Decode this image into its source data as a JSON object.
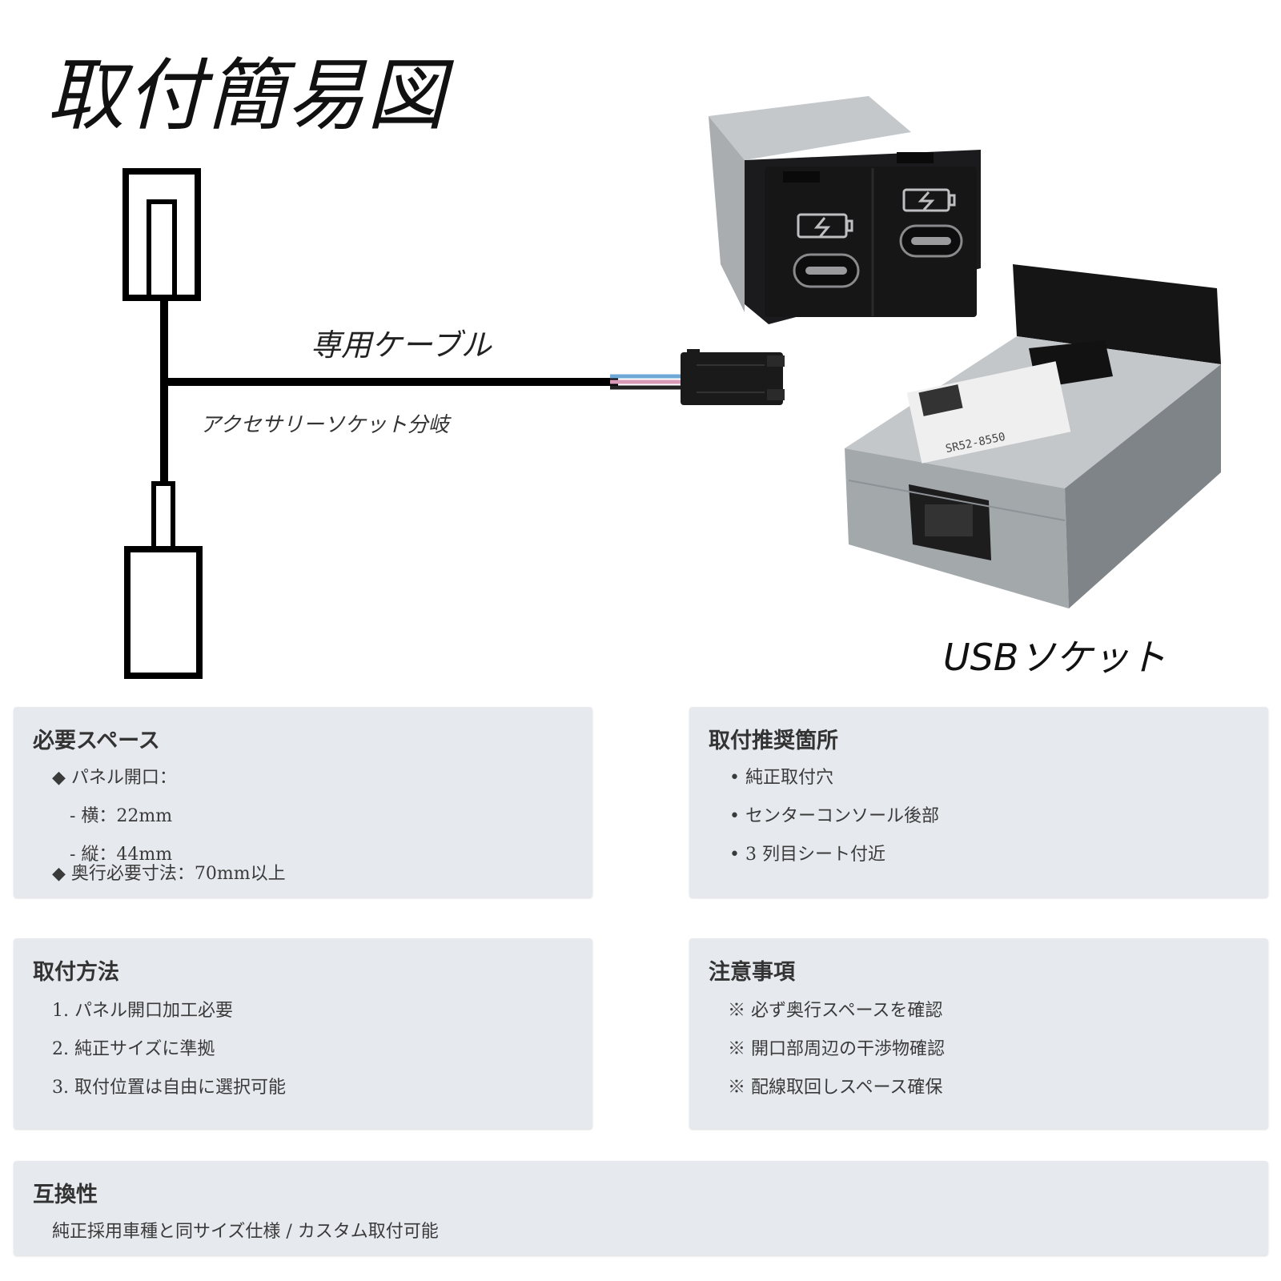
{
  "title": "取付簡易図",
  "diagram": {
    "cable_label": "専用ケーブル",
    "branch_label": "アクセサリーソケット分岐",
    "product_label": "USBソケット",
    "socket_front": {
      "port_icon": "usb-c-port-icon",
      "charge_icon": "battery-charge-icon",
      "port_count": 2
    },
    "sticker_text": "SR52-8550"
  },
  "cards": {
    "space": {
      "heading": "必要スペース",
      "lines": [
        "◆ パネル開口：",
        "- 横：22mm",
        "- 縦：44mm",
        "◆ 奥行必要寸法：70mm以上"
      ]
    },
    "location": {
      "heading": "取付推奨箇所",
      "lines": [
        "• 純正取付穴",
        "• センターコンソール後部",
        "•  3 列目シート付近"
      ]
    },
    "method": {
      "heading": "取付方法",
      "lines": [
        "1. パネル開口加工必要",
        "2. 純正サイズに準拠",
        "3. 取付位置は自由に選択可能"
      ]
    },
    "caution": {
      "heading": "注意事項",
      "lines": [
        "※ 必ず奥行スペースを確認",
        "※ 開口部周辺の干渉物確認",
        "※ 配線取回しスペース確保"
      ]
    },
    "compat": {
      "heading": "互換性",
      "lines": [
        "純正採用車種と同サイズ仕様 / カスタム取付可能"
      ]
    }
  },
  "colors": {
    "card_bg": "#e6e9ee",
    "socket_black": "#1b1b1d",
    "metal_gray": "#b9bec2",
    "wire_blue": "#6fa8d6",
    "wire_pink": "#d99ab8"
  }
}
